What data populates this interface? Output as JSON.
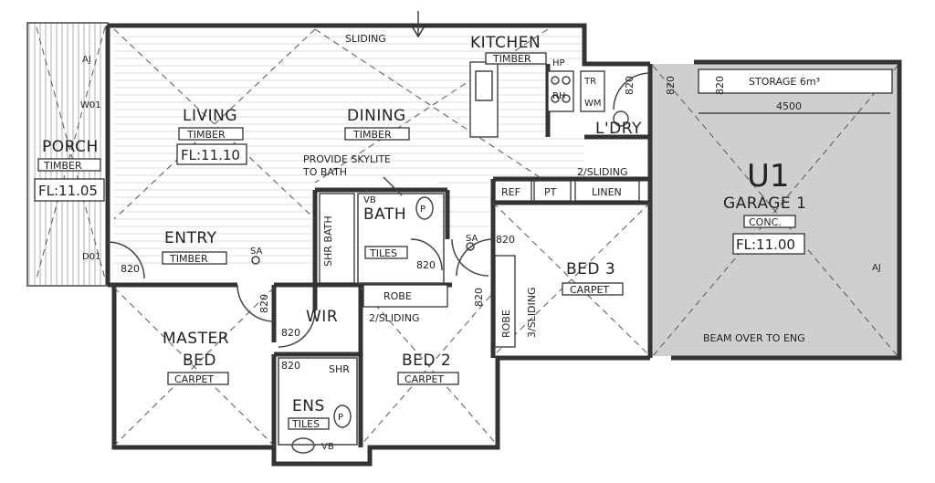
{
  "rooms": {
    "porch": {
      "name": "PORCH",
      "finish": "TIMBER",
      "fl": "FL:11.05"
    },
    "living": {
      "name": "LIVING",
      "finish": "TIMBER",
      "fl": "FL:11.10"
    },
    "dining": {
      "name": "DINING",
      "finish": "TIMBER"
    },
    "kitchen": {
      "name": "KITCHEN",
      "finish": "TIMBER"
    },
    "entry": {
      "name": "ENTRY",
      "finish": "TIMBER"
    },
    "bath": {
      "name": "BATH",
      "finish": "TILES"
    },
    "shr_bath": "SHR BATH",
    "ldry": "L'DRY",
    "garage": {
      "unit": "U1",
      "name": "GARAGE 1",
      "finish": "CONC.",
      "fl": "FL:11.00"
    },
    "bed3": {
      "name": "BED 3",
      "finish": "CARPET"
    },
    "bed2": {
      "name": "BED 2",
      "finish": "CARPET"
    },
    "master": {
      "name1": "MASTER",
      "name2": "BED",
      "finish": "CARPET"
    },
    "wir": "WIR",
    "ens": {
      "name": "ENS",
      "finish": "TILES"
    }
  },
  "annotations": {
    "sliding_top": "SLIDING",
    "skylite1": "PROVIDE SKYLITE",
    "skylite2": "TO BATH",
    "slid_2_a": "2/SLIDING",
    "slid_2_b": "2/SLIDING",
    "slid_3": "3/SLIDING",
    "ref": "REF",
    "pt": "PT",
    "linen": "LINEN",
    "robe": "ROBE",
    "robe_v": "ROBE",
    "storage": "STORAGE 6m³",
    "dim_4500": "4500",
    "beam": "BEAM OVER TO ENG",
    "hp": "HP",
    "rh": "RH",
    "tr": "TR",
    "wm": "WM",
    "vb": "VB",
    "p": "P",
    "shr": "SHR",
    "w01": "W01",
    "d01": "D01",
    "aj": "AJ",
    "sa": "SA"
  },
  "doors": [
    "820",
    "820",
    "820",
    "820",
    "820",
    "820",
    "820",
    "820",
    "820",
    "820"
  ]
}
